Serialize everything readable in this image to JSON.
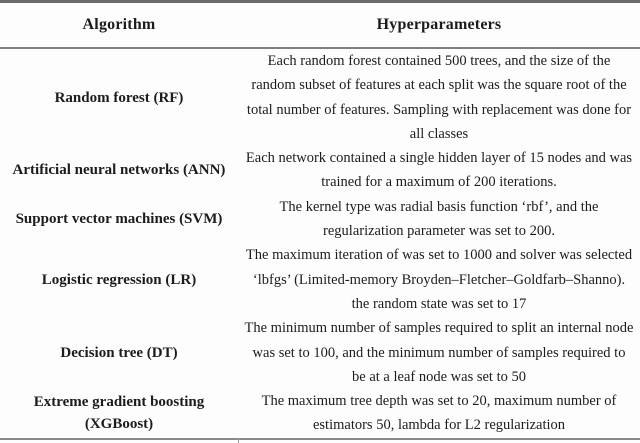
{
  "table": {
    "headers": [
      "Algorithm",
      "Hyperparameters"
    ],
    "rows": [
      {
        "algorithm": "Random forest (RF)",
        "hyperparameters": "Each random forest contained 500 trees, and the size of the random subset of features at each split was the square root of the total number of features. Sampling with replacement was done for all classes"
      },
      {
        "algorithm": "Artificial neural networks (ANN)",
        "hyperparameters": "Each network contained a single hidden layer of 15 nodes and was trained for a maximum of 200 iterations."
      },
      {
        "algorithm": "Support vector machines (SVM)",
        "hyperparameters": "The kernel type was radial basis function ‘rbf’, and the regularization parameter was set to 200."
      },
      {
        "algorithm": "Logistic regression (LR)",
        "hyperparameters": "The maximum iteration of was set to 1000 and solver was selected ‘lbfgs’ (Limited-memory Broyden–Fletcher–Goldfarb–Shanno). the random state was set to 17"
      },
      {
        "algorithm": "Decision tree (DT)",
        "hyperparameters": "The minimum number of samples required to split an internal node was set to 100, and the minimum number of samples required to be at a leaf node was set to 50"
      },
      {
        "algorithm": "Extreme gradient boosting (XGBoost)",
        "hyperparameters": "The maximum tree depth was set to 20, maximum number of estimators 50, lambda for L2 regularization"
      }
    ]
  },
  "colors": {
    "rule_top": "#6a6a6a",
    "rule_header": "#7f7f7f",
    "rule_bottom": "#8a8a8a",
    "text": "#1c1c1c",
    "background": "#fdfdfd"
  }
}
